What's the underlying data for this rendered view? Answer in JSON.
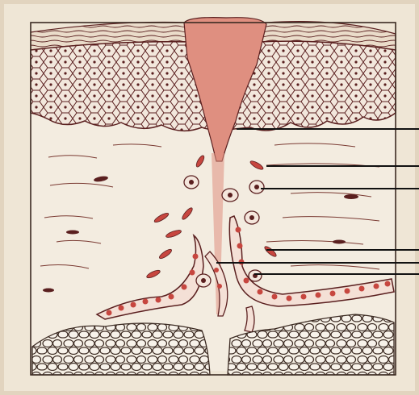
{
  "figure": {
    "description_text": "",
    "colors": {
      "paper": "#efe6d6",
      "paper_shadow": "#e2d4bf",
      "ink": "#5a1f1f",
      "red": "#c7463f",
      "pink": "#df8f80",
      "cell_fill": "#f2e7dc",
      "frame": "#3b2a22",
      "leader": "#111111"
    },
    "regions": [
      {
        "id": "stratum-corneum",
        "name": "stratum-corneum"
      },
      {
        "id": "epidermis",
        "name": "epidermis"
      },
      {
        "id": "plug",
        "name": "necrotic-plug"
      },
      {
        "id": "dermis",
        "name": "dermis"
      },
      {
        "id": "inflammatory-cells",
        "name": "inflammatory-cells"
      },
      {
        "id": "blood-vessels",
        "name": "blood-vessels"
      },
      {
        "id": "subcutaneous-fat",
        "name": "subcutaneous-fat"
      }
    ],
    "leader_lines": [
      {
        "id": "leader-1"
      },
      {
        "id": "leader-2"
      },
      {
        "id": "leader-3"
      },
      {
        "id": "leader-4"
      },
      {
        "id": "leader-5"
      },
      {
        "id": "leader-6"
      }
    ]
  }
}
